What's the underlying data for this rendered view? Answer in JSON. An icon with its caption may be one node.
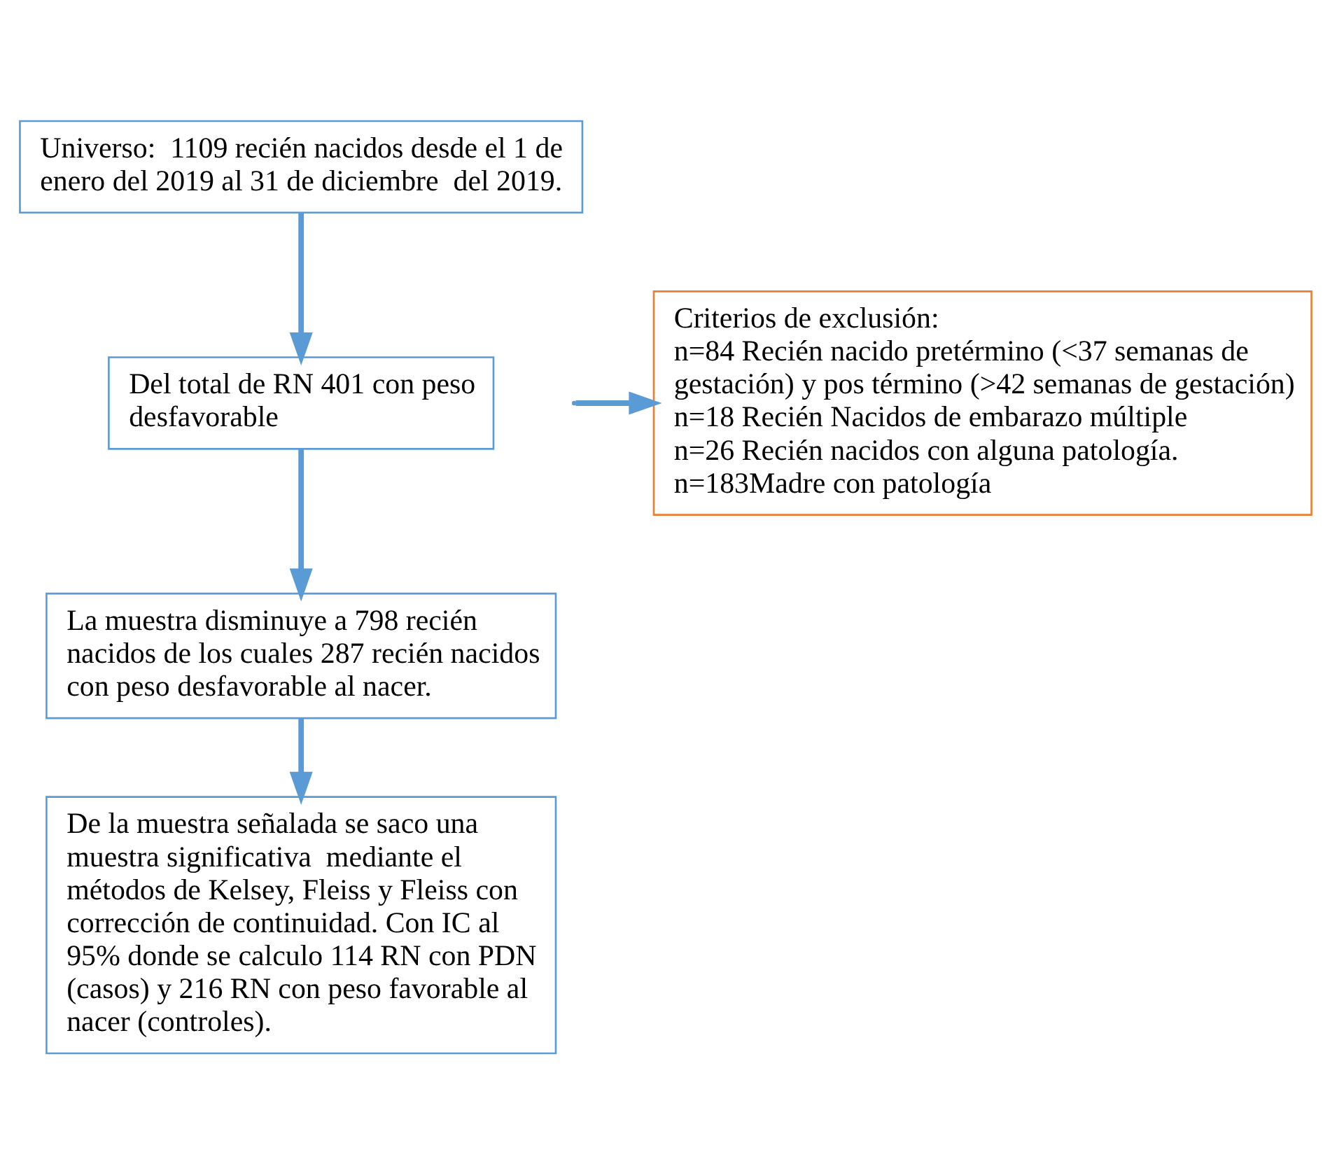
{
  "diagram": {
    "nodes": [
      {
        "text": [
          "Universo:  1109 recién nacidos desde el 1 de enero del 2019 al 31 de diciembre  del 2019."
        ]
      },
      {
        "text": [
          "Del total de RN 401 con peso desfavorable"
        ]
      },
      {
        "text": [
          "La muestra disminuye a 798 recién nacidos de los cuales 287 recién nacidos con peso desfavorable al nacer."
        ]
      },
      {
        "text": [
          "De la muestra señalada se saco una muestra significativa  mediante el métodos de Kelsey, Fleiss y Fleiss con corrección de continuidad. Con IC al  95% donde se calculo 114 RN con PDN (casos) y 216 RN con peso favorable al nacer (controles)."
        ]
      },
      {
        "text": [
          "Criterios de exclusión:",
          "n=84 Recién nacido pretérmino (<37 semanas de gestación) y pos término (>42 semanas de gestación)",
          "n=18 Recién Nacidos de embarazo múltiple",
          "n=26 Recién nacidos con alguna patología.",
          "n=183Madre con patología"
        ]
      }
    ],
    "edges": [
      {
        "from": 0,
        "to": 1,
        "arrow": "to"
      },
      {
        "from": 1,
        "to": 2,
        "arrow": "to"
      },
      {
        "from": 2,
        "to": 3,
        "arrow": "to"
      },
      {
        "from": null,
        "to": 4,
        "arrow": "to"
      }
    ]
  }
}
